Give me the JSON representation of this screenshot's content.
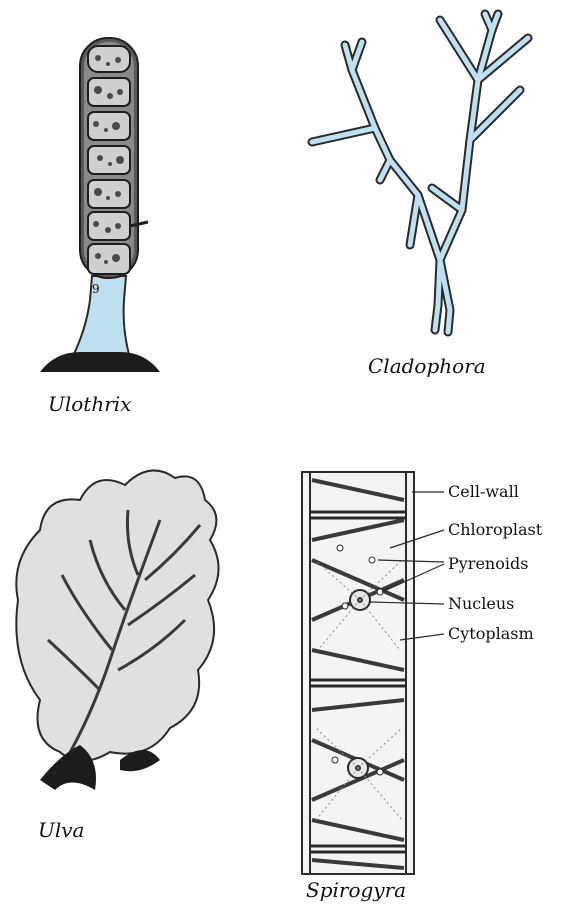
{
  "colors": {
    "ink": "#2a2a2a",
    "pale_blue": "#bfe0f0",
    "leaf_fill": "#d8d8d8",
    "cell_fill": "#cfcfcf"
  },
  "figures": {
    "ulothrix": {
      "caption": "Ulothrix",
      "holdfast_label": "9"
    },
    "cladophora": {
      "caption": "Cladophora"
    },
    "ulva": {
      "caption": "Ulva"
    },
    "spirogyra": {
      "caption": "Spirogyra",
      "labels": {
        "cell_wall": "Cell-wall",
        "chloroplast": "Chloroplast",
        "pyrenoids": "Pyrenoids",
        "nucleus": "Nucleus",
        "cytoplasm": "Cytoplasm"
      }
    }
  }
}
